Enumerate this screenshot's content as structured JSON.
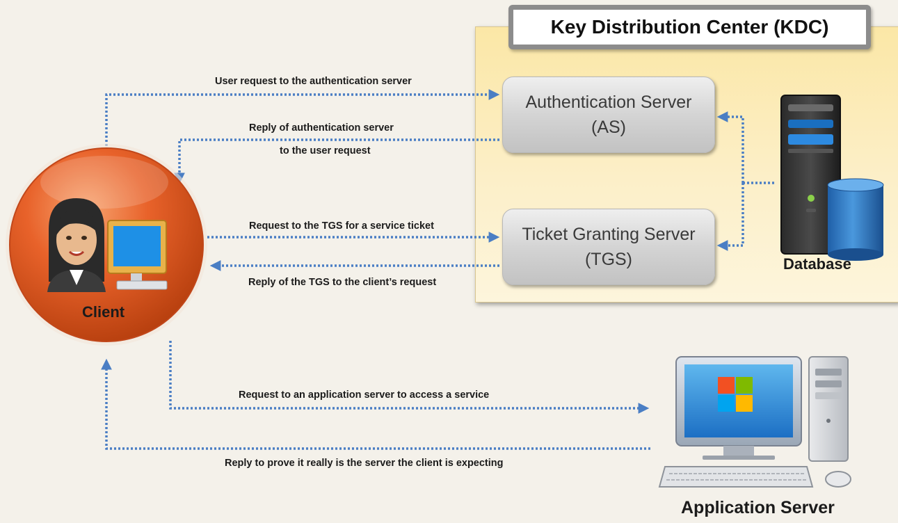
{
  "kdc": {
    "title": "Key Distribution Center (KDC)",
    "as_line1": "Authentication Server",
    "as_line2": "(AS)",
    "tgs_line1": "Ticket Granting Server",
    "tgs_line2": "(TGS)",
    "database_label": "Database"
  },
  "client": {
    "label": "Client"
  },
  "app_server": {
    "label": "Application Server"
  },
  "arrows": {
    "user_request": "User request to the authentication server",
    "as_reply_line1": "Reply of authentication server",
    "as_reply_line2": "to the user request",
    "tgs_request": "Request to the TGS for a service ticket",
    "tgs_reply": "Reply of the TGS to the client’s request",
    "app_request": "Request to an application server to access a service",
    "app_reply": "Reply to prove it really is the server the client is expecting"
  },
  "colors": {
    "arrow": "#4a7ec4",
    "client_circle": "#e8622a",
    "kdc_panel": "#fbe7a6"
  }
}
